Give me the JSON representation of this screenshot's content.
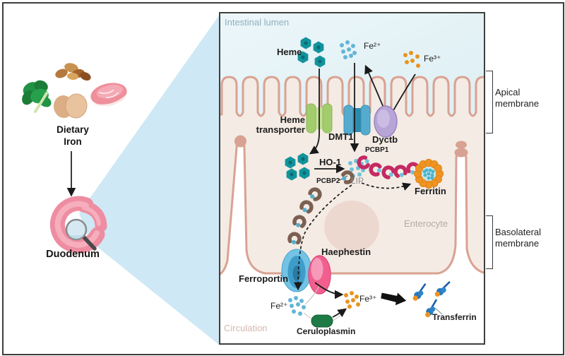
{
  "figure": {
    "left": {
      "dietary_iron": "Dietary Iron",
      "duodenum": "Duodenum"
    },
    "panel": {
      "intestinal_lumen": "Intestinal lumen",
      "heme": "Heme",
      "fe2_lumen": "Fe²⁺",
      "fe3_lumen": "Fe³⁺",
      "heme_transporter": "Heme transporter",
      "dmt1": "DMT1",
      "dyctb": "Dyctb",
      "ho1": "HO-1",
      "pcbp1": "PCBP1",
      "pcbp2": "PCBP2",
      "lip": "LIP",
      "ferritin": "Ferritin",
      "enterocyte": "Enterocyte",
      "ferroportin": "Ferroportin",
      "haephestin": "Haephestin",
      "fe2_circulation": "Fe²⁺",
      "fe3_circulation": "Fe³⁺",
      "ceruloplasmin": "Ceruloplasmin",
      "transferrin": "Transferrin",
      "circulation": "Circulation"
    },
    "membranes": {
      "apical": "Apical membrane",
      "basolateral": "Basolateral membrane"
    },
    "colors": {
      "heme_teal": "#12939c",
      "fe2_blue": "#64b5d6",
      "fe3_orange": "#e8941f",
      "heme_transporter_green": "#a3cd6d",
      "dmt1_blue": "#55abcd",
      "dyctb_purple": "#b8a5d7",
      "pcbp1_crimson": "#c42a63",
      "pcbp2_brown": "#7b6052",
      "ferritin_orange": "#ef9322",
      "ferroportin_blue": "#72c3e4",
      "haephestin_pink": "#f25f8e",
      "ceruloplasmin_green": "#1e7b45",
      "transferrin_blue": "#2a77bd",
      "membrane_salmon": "#d9a292",
      "lumen_blue": "#e4f1f6",
      "beam_blue": "#cfe8f5",
      "cell_beige": "#f4ebe4"
    }
  }
}
